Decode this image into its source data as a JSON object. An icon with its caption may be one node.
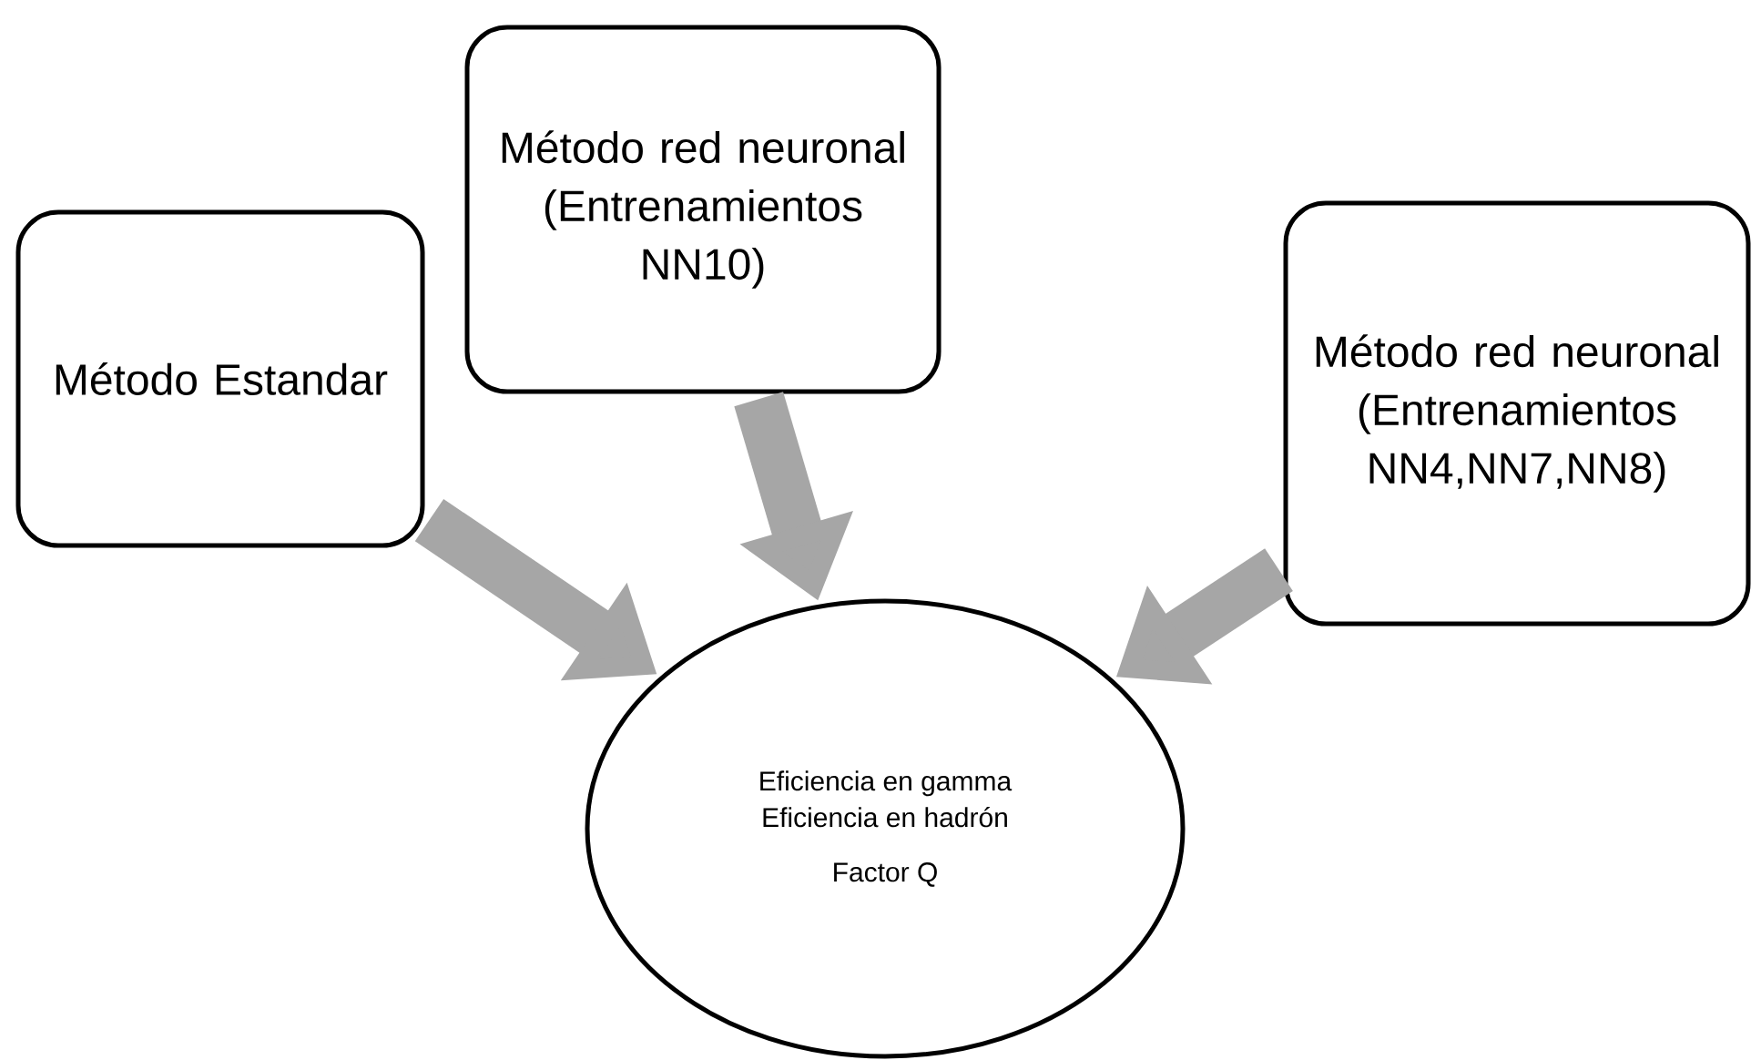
{
  "diagram": {
    "nodes": [
      {
        "text": [
          "Método Estandar"
        ]
      },
      {
        "text": [
          "Método red neuronal (Entrenamientos NN10)"
        ]
      },
      {
        "text": [
          "Método red neuronal (Entrenamientos NN4,NN7,NN8)"
        ]
      },
      {
        "text": [
          "Eficiencia en gamma",
          "Eficiencia en hadrón",
          "Factor Q"
        ]
      }
    ],
    "edges": [
      {
        "from": 0,
        "to": 3,
        "arrow": "to"
      },
      {
        "from": 1,
        "to": 3,
        "arrow": "to"
      },
      {
        "from": 2,
        "to": 3,
        "arrow": "to"
      }
    ]
  }
}
